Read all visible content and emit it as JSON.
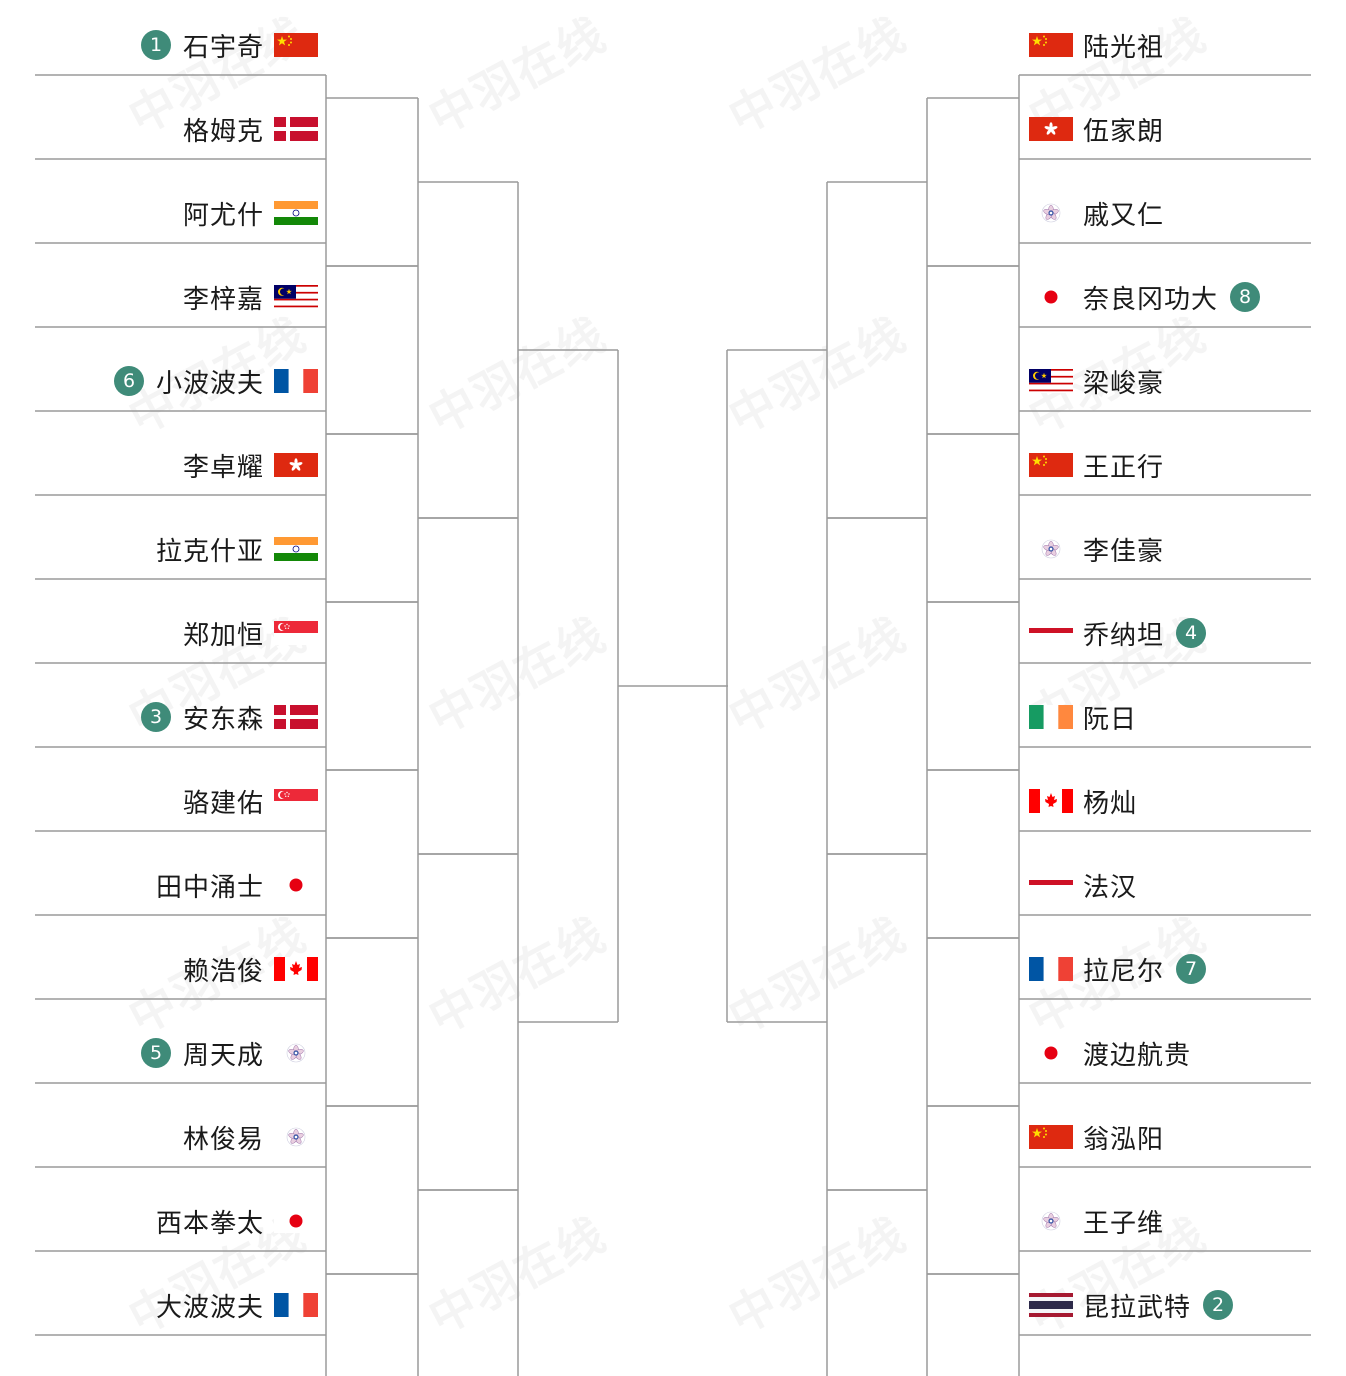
{
  "watermark": "中羽在线",
  "left_players": [
    {
      "name": "石宇奇",
      "flag": "cn",
      "seed": "1"
    },
    {
      "name": "格姆克",
      "flag": "dk",
      "seed": ""
    },
    {
      "name": "阿尤什",
      "flag": "in",
      "seed": ""
    },
    {
      "name": "李梓嘉",
      "flag": "my",
      "seed": ""
    },
    {
      "name": "小波波夫",
      "flag": "fr",
      "seed": "6"
    },
    {
      "name": "李卓耀",
      "flag": "hk",
      "seed": ""
    },
    {
      "name": "拉克什亚",
      "flag": "in",
      "seed": ""
    },
    {
      "name": "郑加恒",
      "flag": "sg",
      "seed": ""
    },
    {
      "name": "安东森",
      "flag": "dk",
      "seed": "3"
    },
    {
      "name": "骆建佑",
      "flag": "sg",
      "seed": ""
    },
    {
      "name": "田中涌士",
      "flag": "jp",
      "seed": ""
    },
    {
      "name": "赖浩俊",
      "flag": "ca",
      "seed": ""
    },
    {
      "name": "周天成",
      "flag": "tpe",
      "seed": "5"
    },
    {
      "name": "林俊易",
      "flag": "tpe",
      "seed": ""
    },
    {
      "name": "西本拳太",
      "flag": "jp",
      "seed": ""
    },
    {
      "name": "大波波夫",
      "flag": "fr",
      "seed": ""
    }
  ],
  "right_players": [
    {
      "name": "陆光祖",
      "flag": "cn",
      "seed": ""
    },
    {
      "name": "伍家朗",
      "flag": "hk",
      "seed": ""
    },
    {
      "name": "戚又仁",
      "flag": "tpe",
      "seed": ""
    },
    {
      "name": "奈良冈功大",
      "flag": "jp",
      "seed": "8"
    },
    {
      "name": "梁峻豪",
      "flag": "my",
      "seed": ""
    },
    {
      "name": "王正行",
      "flag": "cn",
      "seed": ""
    },
    {
      "name": "李佳豪",
      "flag": "tpe",
      "seed": ""
    },
    {
      "name": "乔纳坦",
      "flag": "id",
      "seed": "4"
    },
    {
      "name": "阮日",
      "flag": "ie",
      "seed": ""
    },
    {
      "name": "杨灿",
      "flag": "ca",
      "seed": ""
    },
    {
      "name": "法汉",
      "flag": "id",
      "seed": ""
    },
    {
      "name": "拉尼尔",
      "flag": "fr",
      "seed": "7"
    },
    {
      "name": "渡边航贵",
      "flag": "jp",
      "seed": ""
    },
    {
      "name": "翁泓阳",
      "flag": "cn",
      "seed": ""
    },
    {
      "name": "王子维",
      "flag": "tpe",
      "seed": ""
    },
    {
      "name": "昆拉武特",
      "flag": "th",
      "seed": "2"
    }
  ],
  "colors": {
    "line": "#9a9a9a",
    "seed_badge": "#3f8b79"
  }
}
